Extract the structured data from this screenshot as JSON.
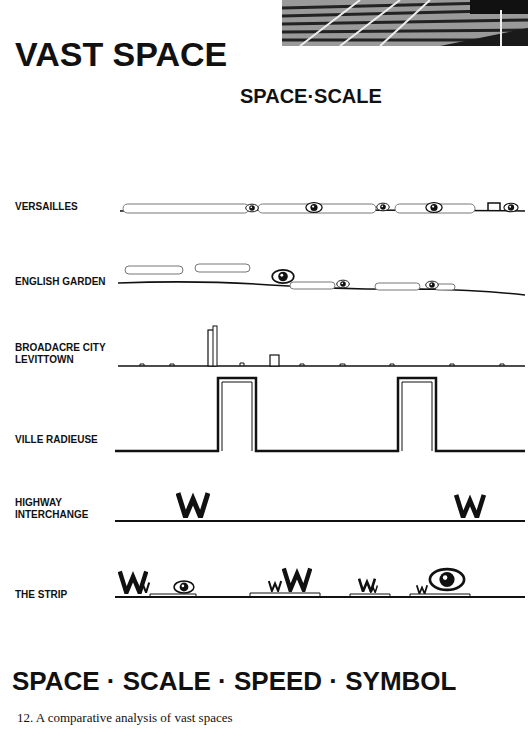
{
  "diagram": {
    "title": "VAST SPACE",
    "caption": "12. A comparative analysis of vast spaces",
    "labels": [
      "SPACE·SCALE",
      "VERSAILLES",
      "ENGLISH GARDEN",
      "BROADACRE CITY LEVITTOWN",
      "VILLE RADIEUSE",
      "HIGHWAY INTERCHANGE",
      "THE STRIP",
      "SPACE · SCALE · SPEED · SYMBOL"
    ]
  }
}
